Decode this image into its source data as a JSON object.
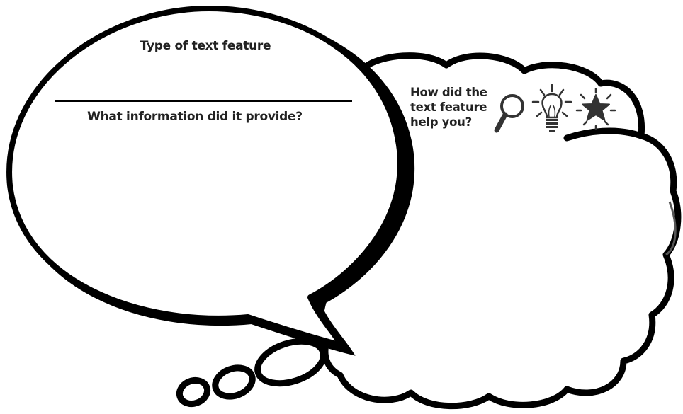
{
  "left_bubble": {
    "type_heading": "Type of text feature",
    "info_heading": "What information did it provide?"
  },
  "right_cloud": {
    "help_heading_lines": [
      "How did the",
      "text feature",
      "help you?"
    ],
    "icons": [
      "magnifying-glass-icon",
      "lightbulb-icon",
      "star-icon"
    ]
  },
  "colors": {
    "outline": "#000000",
    "text": "#222222",
    "icon": "#333333",
    "background": "#ffffff"
  }
}
